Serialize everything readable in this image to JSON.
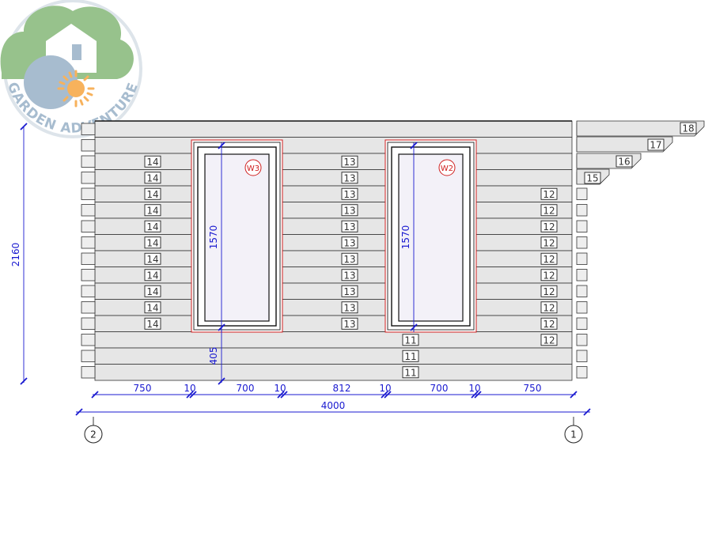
{
  "logo": {
    "text": "GARDEN ADVENTURE"
  },
  "colors": {
    "log_fill": "#e6e6e6",
    "line": "#333333",
    "dimension": "#1a1ad0",
    "window_mark": "#d02020",
    "glass": "#f3f1f8"
  },
  "left_labels": [
    "14",
    "14",
    "14",
    "14",
    "14",
    "14",
    "14",
    "14",
    "14",
    "14",
    "14"
  ],
  "middle_labels": [
    "13",
    "13",
    "13",
    "13",
    "13",
    "13",
    "13",
    "13",
    "13",
    "13",
    "13"
  ],
  "right_labels": [
    "12",
    "12",
    "12",
    "12",
    "12",
    "12",
    "12",
    "12",
    "12",
    "12"
  ],
  "bottom_labels": [
    "11",
    "11",
    "11"
  ],
  "roof_labels": [
    "18",
    "17",
    "16",
    "15"
  ],
  "windows": [
    {
      "mark": "W3",
      "height_dim": "1570",
      "sill_dim": "405"
    },
    {
      "mark": "W2",
      "height_dim": "1570"
    }
  ],
  "vertical_dim": "2160",
  "horizontal_dims": [
    "750",
    "10",
    "700",
    "10",
    "812",
    "10",
    "700",
    "10",
    "750"
  ],
  "total_dim": "4000",
  "axes": [
    "2",
    "1"
  ]
}
